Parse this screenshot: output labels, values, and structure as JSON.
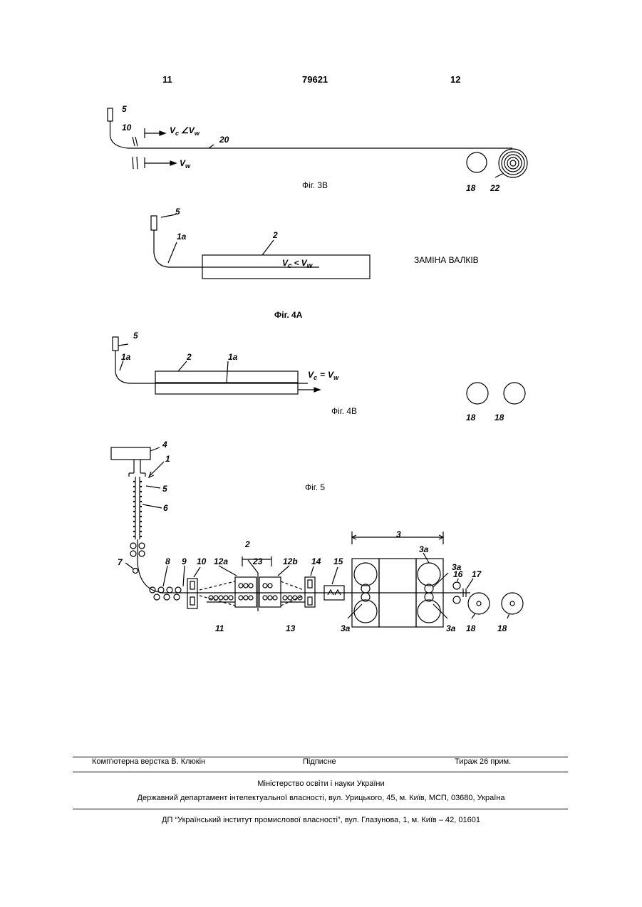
{
  "header": {
    "left_page": "11",
    "patent_number": "79621",
    "right_page": "12"
  },
  "fig3b": {
    "caption": "Фіг. 3B",
    "labels": {
      "n5": "5",
      "n10": "10",
      "n20": "20",
      "n18": "18",
      "n22": "22"
    },
    "speed_top": "V",
    "speed_top_sub1": "c",
    "speed_top_rel": "∠",
    "speed_top_sub2": "w",
    "speed_bottom": "V",
    "speed_bottom_sub": "w"
  },
  "fig4a": {
    "caption": "Фіг. 4A",
    "labels": {
      "n5": "5",
      "n1a": "1a",
      "n2": "2"
    },
    "speed": "V",
    "speed_sub1": "c",
    "speed_rel": "<",
    "speed_sub2": "w",
    "side_note": "ЗАМІНА ВАЛКІВ"
  },
  "fig4b": {
    "caption": "Фіг. 4B",
    "labels": {
      "n5": "5",
      "n1a_left": "1a",
      "n2": "2",
      "n1a_mid": "1a",
      "n18_left": "18",
      "n18_right": "18"
    },
    "speed": "V",
    "speed_sub1": "c",
    "speed_rel": "=",
    "speed_sub2": "w"
  },
  "fig5": {
    "caption": "Фіг. 5",
    "labels": {
      "n4": "4",
      "n1": "1",
      "n5": "5",
      "n6": "6",
      "n7": "7",
      "n8": "8",
      "n9": "9",
      "n10": "10",
      "n12a": "12a",
      "n2": "2",
      "n23": "23",
      "n12b": "12b",
      "n14": "14",
      "n15": "15",
      "n3": "3",
      "n3a_top": "3a",
      "n3a_right": "3a",
      "n16": "16",
      "n17": "17",
      "n11": "11",
      "n13": "13",
      "n3a_bl": "3a",
      "n3a_br": "3a",
      "n18a": "18",
      "n18b": "18"
    }
  },
  "footer": {
    "layout": "Комп'ютерна верстка В. Клюкін",
    "signed": "Підписне",
    "circulation": "Тираж 26 прим.",
    "ministry": "Міністерство освіти і науки України",
    "department": "Державний департамент інтелектуальної власності, вул. Урицького, 45, м. Київ, МСП, 03680, Україна",
    "institute": "ДП “Український інститут промислової власності”, вул. Глазунова, 1, м. Київ – 42, 01601"
  }
}
